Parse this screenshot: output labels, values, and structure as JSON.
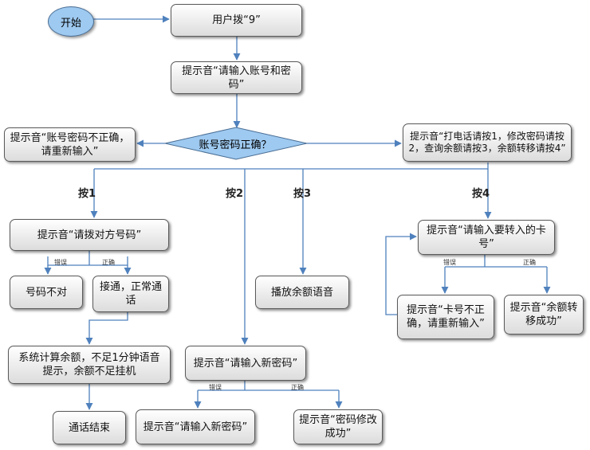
{
  "start": "开始",
  "user_dial": "用户拨“9”",
  "prompt_login": "提示音“请输入账号和密码”",
  "check_account": "账号密码正确？",
  "prompt_error_login": "提示音“账号密码不正确，请重新输入”",
  "prompt_menu": "提示音“打电话请按1，修改密码请按2，查询余额请按3，余额转移请按4”",
  "label_press1": "按1",
  "label_press2": "按2",
  "label_press3": "按3",
  "label_press4": "按4",
  "prompt_dial_other": "提示音“请拨对方号码”",
  "wrong_number": "号码不对",
  "connected": "接通，正常通话",
  "calc_balance": "系统计算余额，不足1分钟语音提示，余额不足挂机",
  "call_end": "通话结束",
  "play_balance": "播放余额语音",
  "prompt_new_pwd": "提示音“请输入新密码”",
  "prompt_new_pwd_again": "提示音“请输入新密码”",
  "pwd_changed": "提示音“密码修改成功”",
  "prompt_transfer_card": "提示音“请输入要转入的卡号”",
  "card_error": "提示音“卡号不正确，请重新输入”",
  "transfer_success": "提示音“余额转移成功”",
  "label_wrong": "错误",
  "label_right": "正确",
  "colors": {
    "start_fill": "#9ec9f0",
    "diamond_fill": "#9ec9f0",
    "arrow": "#4f81bd"
  }
}
